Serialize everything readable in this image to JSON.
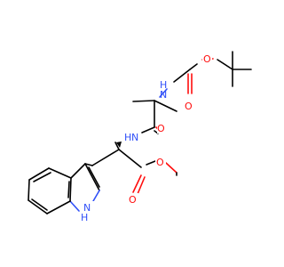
{
  "molecule": {
    "atoms": [
      {
        "label": "O",
        "color": "#ff0d0d"
      },
      {
        "label": "O",
        "color": "#ff0d0d"
      },
      {
        "label": "N",
        "color": "#3050f8",
        "sub": "H"
      },
      {
        "label": "N",
        "color": "#3050f8",
        "sub": "H"
      },
      {
        "label": "O",
        "color": "#ff0d0d"
      },
      {
        "label": "O",
        "color": "#ff0d0d"
      },
      {
        "label": "O",
        "color": "#ff0d0d"
      },
      {
        "label": "N",
        "color": "#3050f8",
        "sub": "H",
        "prefix": "H"
      }
    ]
  },
  "colors": {
    "bond": "#000000",
    "oxygen": "#ff0d0d",
    "nitrogen": "#3050f8"
  }
}
